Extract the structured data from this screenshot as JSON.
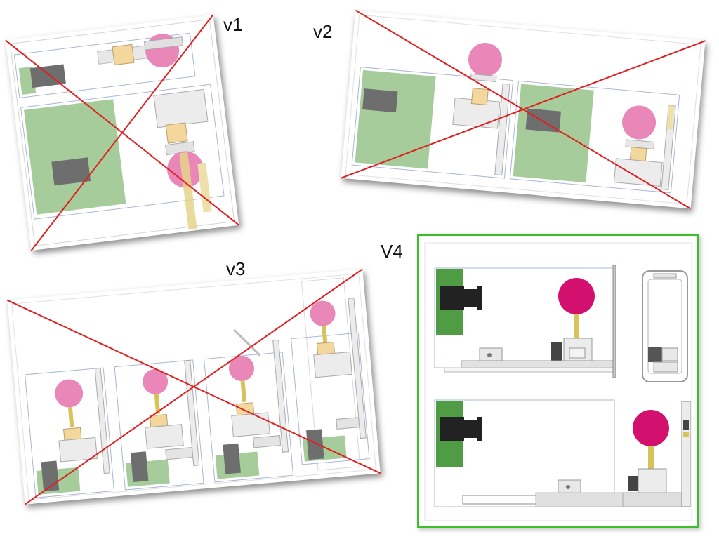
{
  "versions": [
    {
      "label": "v1",
      "rejected": true
    },
    {
      "label": "v2",
      "rejected": true
    },
    {
      "label": "v3",
      "rejected": true
    },
    {
      "label": "V4",
      "rejected": false
    }
  ],
  "colors": {
    "reject_cross": "#e02020",
    "selected_border": "#3bbf2a",
    "pcb_pale": "#a7cc9b",
    "pcb_dark": "#4f9c45",
    "camera_pale": "#6e6e6e",
    "camera_dark": "#222222",
    "knob_pale": "#e987b8",
    "knob_dark": "#d4106f",
    "shaft": "#d8c25a",
    "mount": "#f3d79c",
    "frame": "#a9b7d4"
  }
}
